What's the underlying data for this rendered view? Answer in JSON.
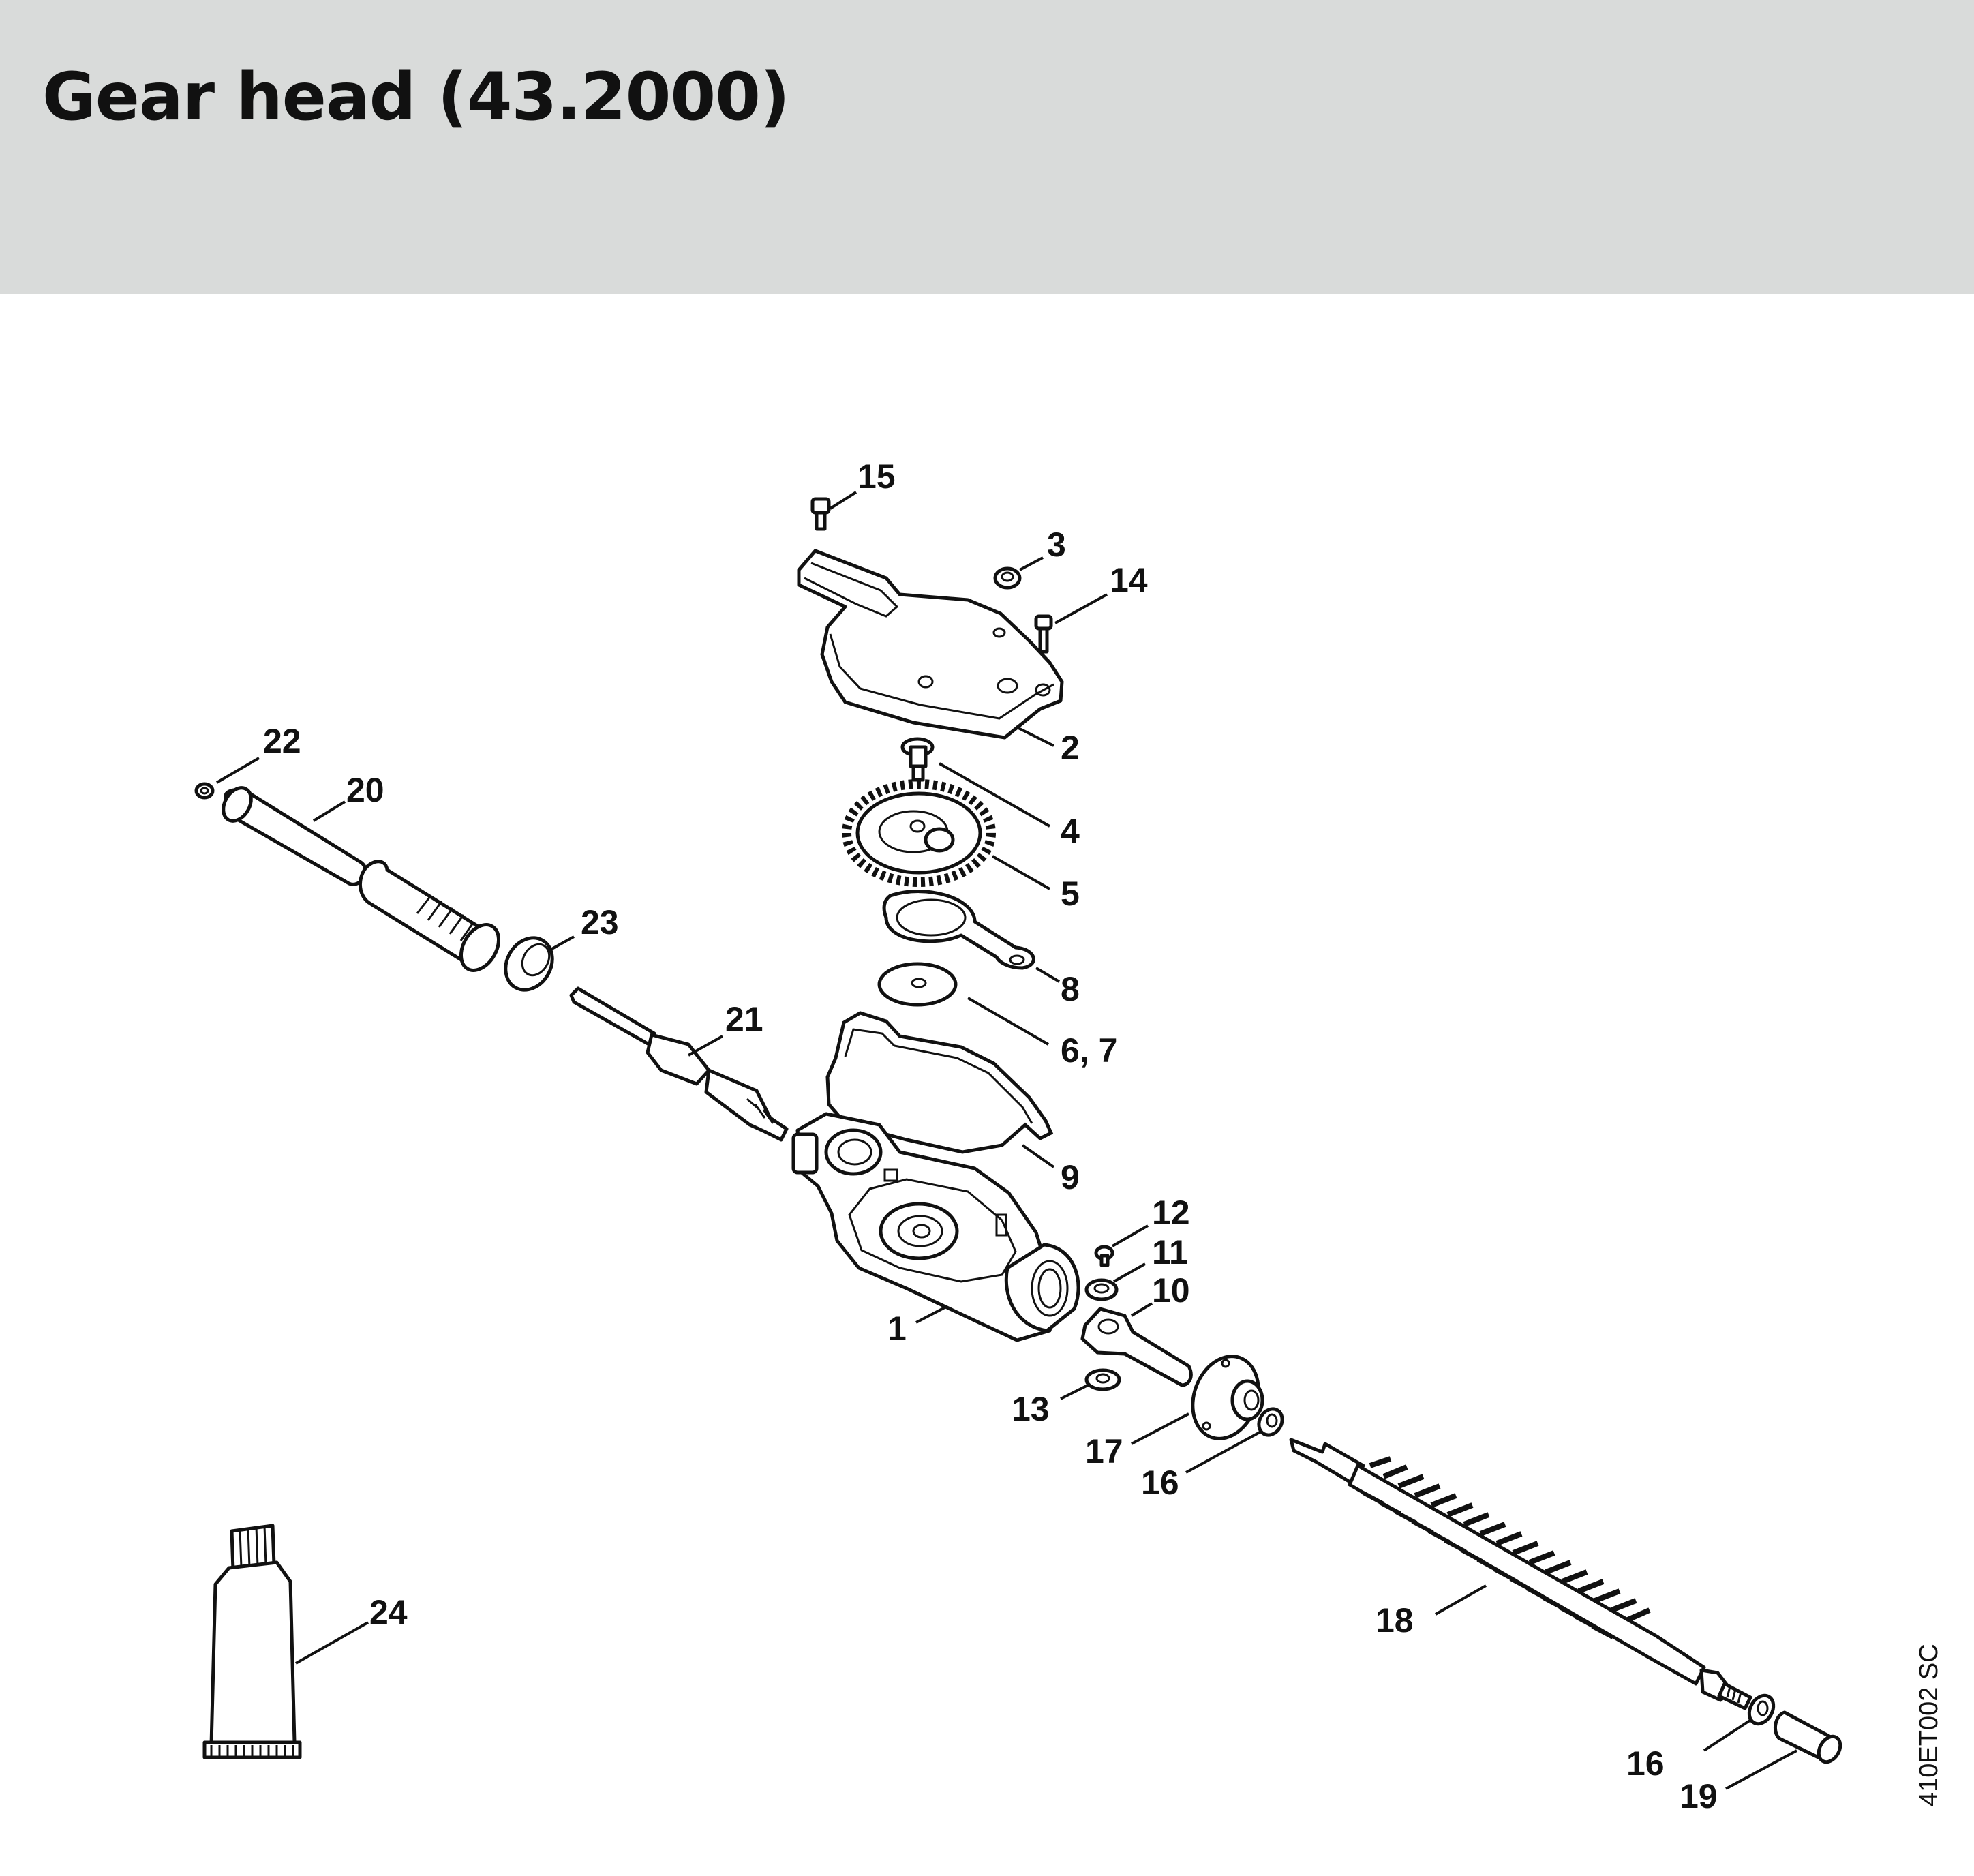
{
  "header": {
    "title": "Gear head (43.2000)"
  },
  "diagram": {
    "labels": {
      "p1": "1",
      "p2": "2",
      "p3": "3",
      "p4": "4",
      "p5": "5",
      "p6_7": "6, 7",
      "p8": "8",
      "p9": "9",
      "p10": "10",
      "p11": "11",
      "p12": "12",
      "p13": "13",
      "p14": "14",
      "p15": "15",
      "p16a": "16",
      "p16b": "16",
      "p17": "17",
      "p18": "18",
      "p19": "19",
      "p20": "20",
      "p21": "21",
      "p22": "22",
      "p23": "23",
      "p24": "24"
    },
    "drawing_code": "410ET002 SC"
  }
}
